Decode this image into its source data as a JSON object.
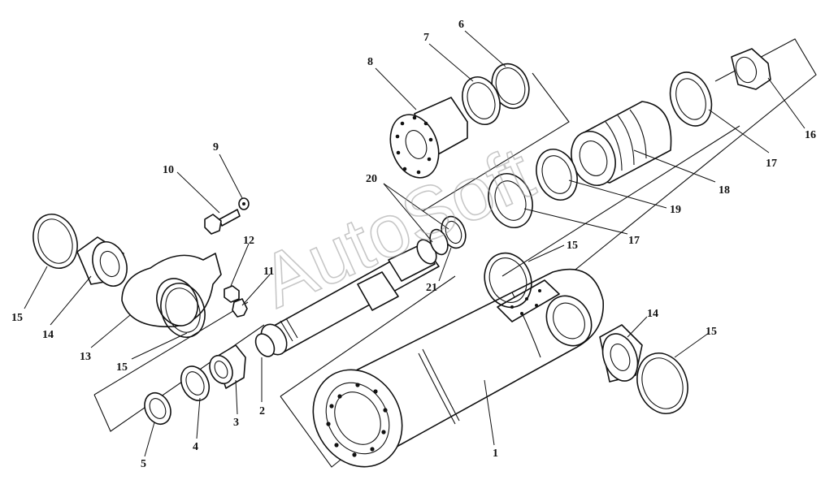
{
  "watermark": "AutoSoft",
  "labels": {
    "l1": "1",
    "l2": "2",
    "l3": "3",
    "l4": "4",
    "l5": "5",
    "l6": "6",
    "l7": "7",
    "l8": "8",
    "l9": "9",
    "l10": "10",
    "l11": "11",
    "l12": "12",
    "l13": "13",
    "l14a": "14",
    "l14b": "14",
    "l15a": "15",
    "l15b": "15",
    "l15c": "15",
    "l15d": "15",
    "l16": "16",
    "l17a": "17",
    "l17b": "17",
    "l18": "18",
    "l19": "19",
    "l20": "20",
    "l21": "21"
  }
}
